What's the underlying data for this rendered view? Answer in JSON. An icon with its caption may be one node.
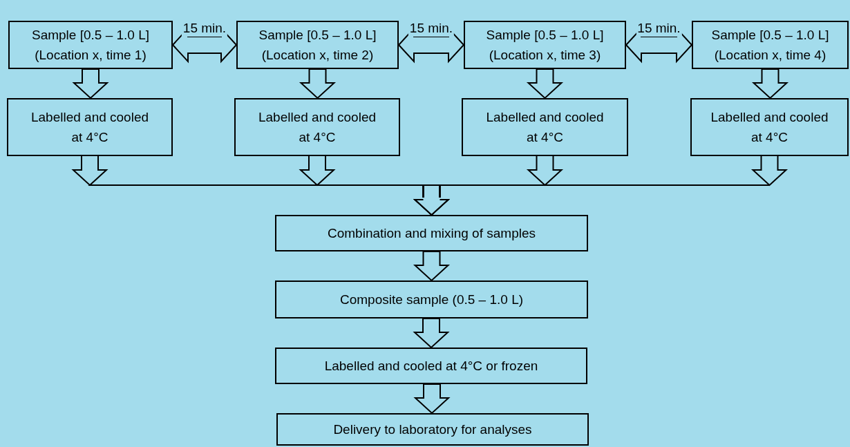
{
  "diagram": {
    "nodes": [
      {
        "text": [
          "Sample [0.5 – 1.0 L] (Location x, time 1)"
        ]
      },
      {
        "text": [
          "Sample [0.5 – 1.0 L] (Location x, time 2)"
        ]
      },
      {
        "text": [
          "Sample [0.5 – 1.0 L] (Location x, time 3)"
        ]
      },
      {
        "text": [
          "Sample [0.5 – 1.0 L] (Location x, time 4)"
        ]
      },
      {
        "text": [
          "Labelled and cooled at 4°C"
        ]
      },
      {
        "text": [
          "Labelled and cooled at 4°C"
        ]
      },
      {
        "text": [
          "Labelled and cooled at 4°C"
        ]
      },
      {
        "text": [
          "Labelled and cooled at 4°C"
        ]
      },
      {
        "text": [
          "Combination and mixing of samples"
        ]
      },
      {
        "text": [
          "Composite sample (0.5 – 1.0 L)"
        ]
      },
      {
        "text": [
          "Labelled and cooled at 4°C or frozen"
        ]
      },
      {
        "text": [
          "Delivery to laboratory for analyses"
        ]
      }
    ],
    "edges": [
      {
        "from": 0,
        "to": 1,
        "arrow": "both",
        "label": "15 min."
      },
      {
        "from": 1,
        "to": 2,
        "arrow": "both",
        "label": "15 min."
      },
      {
        "from": 2,
        "to": 3,
        "arrow": "both",
        "label": "15 min."
      },
      {
        "from": 0,
        "to": 4,
        "arrow": "to"
      },
      {
        "from": 1,
        "to": 5,
        "arrow": "to"
      },
      {
        "from": 2,
        "to": 6,
        "arrow": "to"
      },
      {
        "from": 3,
        "to": 7,
        "arrow": "to"
      },
      {
        "from": 4,
        "to": 8,
        "arrow": "to"
      },
      {
        "from": 5,
        "to": 8,
        "arrow": "to"
      },
      {
        "from": 6,
        "to": 8,
        "arrow": "to"
      },
      {
        "from": 7,
        "to": 8,
        "arrow": "to"
      },
      {
        "from": 8,
        "to": 9,
        "arrow": "to"
      },
      {
        "from": 9,
        "to": 10,
        "arrow": "to"
      },
      {
        "from": 10,
        "to": 11,
        "arrow": "to"
      }
    ]
  }
}
